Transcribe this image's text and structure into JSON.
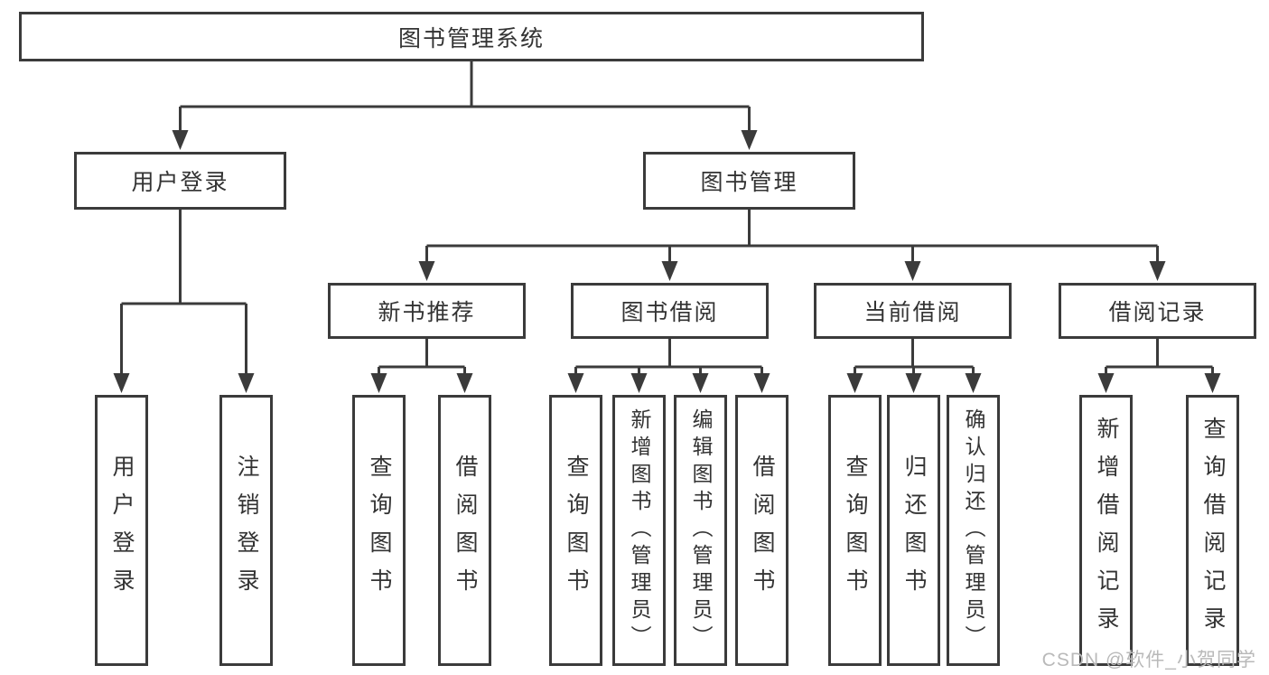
{
  "diagram": {
    "type": "hierarchy-chart",
    "root": {
      "label": "图书管理系统",
      "children": [
        {
          "label": "用户登录",
          "children": [
            {
              "label": "用户登录"
            },
            {
              "label": "注销登录"
            }
          ]
        },
        {
          "label": "图书管理",
          "children": [
            {
              "label": "新书推荐",
              "children": [
                {
                  "label": "查询图书"
                },
                {
                  "label": "借阅图书"
                }
              ]
            },
            {
              "label": "图书借阅",
              "children": [
                {
                  "label": "查询图书"
                },
                {
                  "label": "新增图书（管理员）"
                },
                {
                  "label": "编辑图书（管理员）"
                },
                {
                  "label": "借阅图书"
                }
              ]
            },
            {
              "label": "当前借阅",
              "children": [
                {
                  "label": "查询图书"
                },
                {
                  "label": "归还图书"
                },
                {
                  "label": "确认归还（管理员）"
                }
              ]
            },
            {
              "label": "借阅记录",
              "children": [
                {
                  "label": "新增借阅记录"
                },
                {
                  "label": "查询借阅记录"
                }
              ]
            }
          ]
        }
      ]
    },
    "watermark": "CSDN @软件_小贺同学"
  },
  "colors": {
    "line": "#3b3b3b",
    "box_border": "#3b3b3b",
    "box_fill": "#ffffff",
    "text": "#333333",
    "watermark": "#b9b9b9",
    "background": "#ffffff"
  }
}
